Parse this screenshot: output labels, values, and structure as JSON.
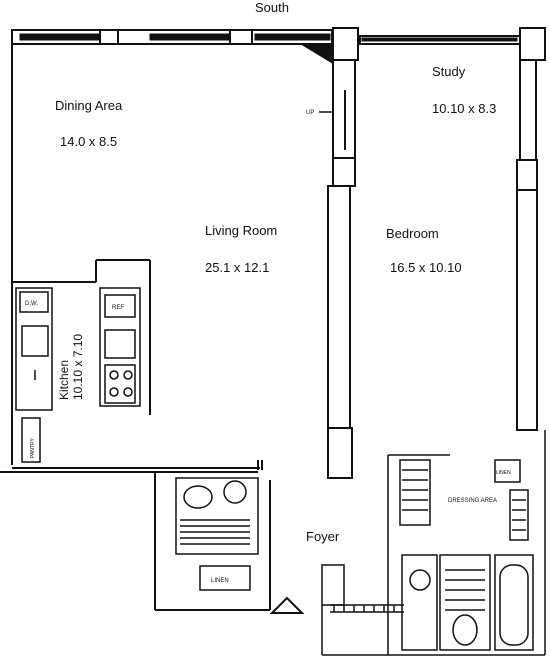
{
  "compass": {
    "top": "South"
  },
  "rooms": {
    "dining": {
      "name": "Dining Area",
      "dims": "14.0 x 8.5"
    },
    "living": {
      "name": "Living Room",
      "dims": "25.1 x 12.1"
    },
    "study": {
      "name": "Study",
      "dims": "10.10 x 8.3"
    },
    "bedroom": {
      "name": "Bedroom",
      "dims": "16.5 x 10.10"
    },
    "kitchen": {
      "name": "Kitchen",
      "dims": "10.10 x 7.10"
    },
    "foyer": {
      "name": "Foyer"
    }
  },
  "fixtures": {
    "up": "UP",
    "dw": "D.W.",
    "ref": "REF",
    "pantry": "PANTRY",
    "linen_bath": "LINEN",
    "linen_bed": "LINEN",
    "dressing": "DRESSING AREA"
  }
}
